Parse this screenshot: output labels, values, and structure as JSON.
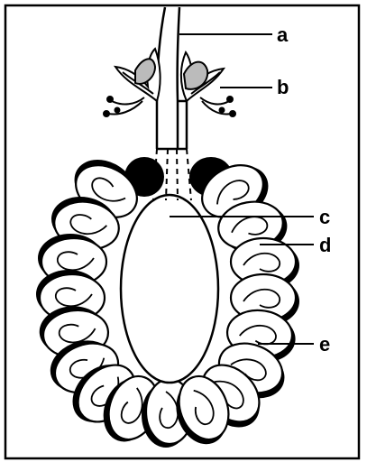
{
  "figure": {
    "labels": {
      "a": "a",
      "b": "b",
      "c": "c",
      "d": "d",
      "e": "e"
    }
  }
}
